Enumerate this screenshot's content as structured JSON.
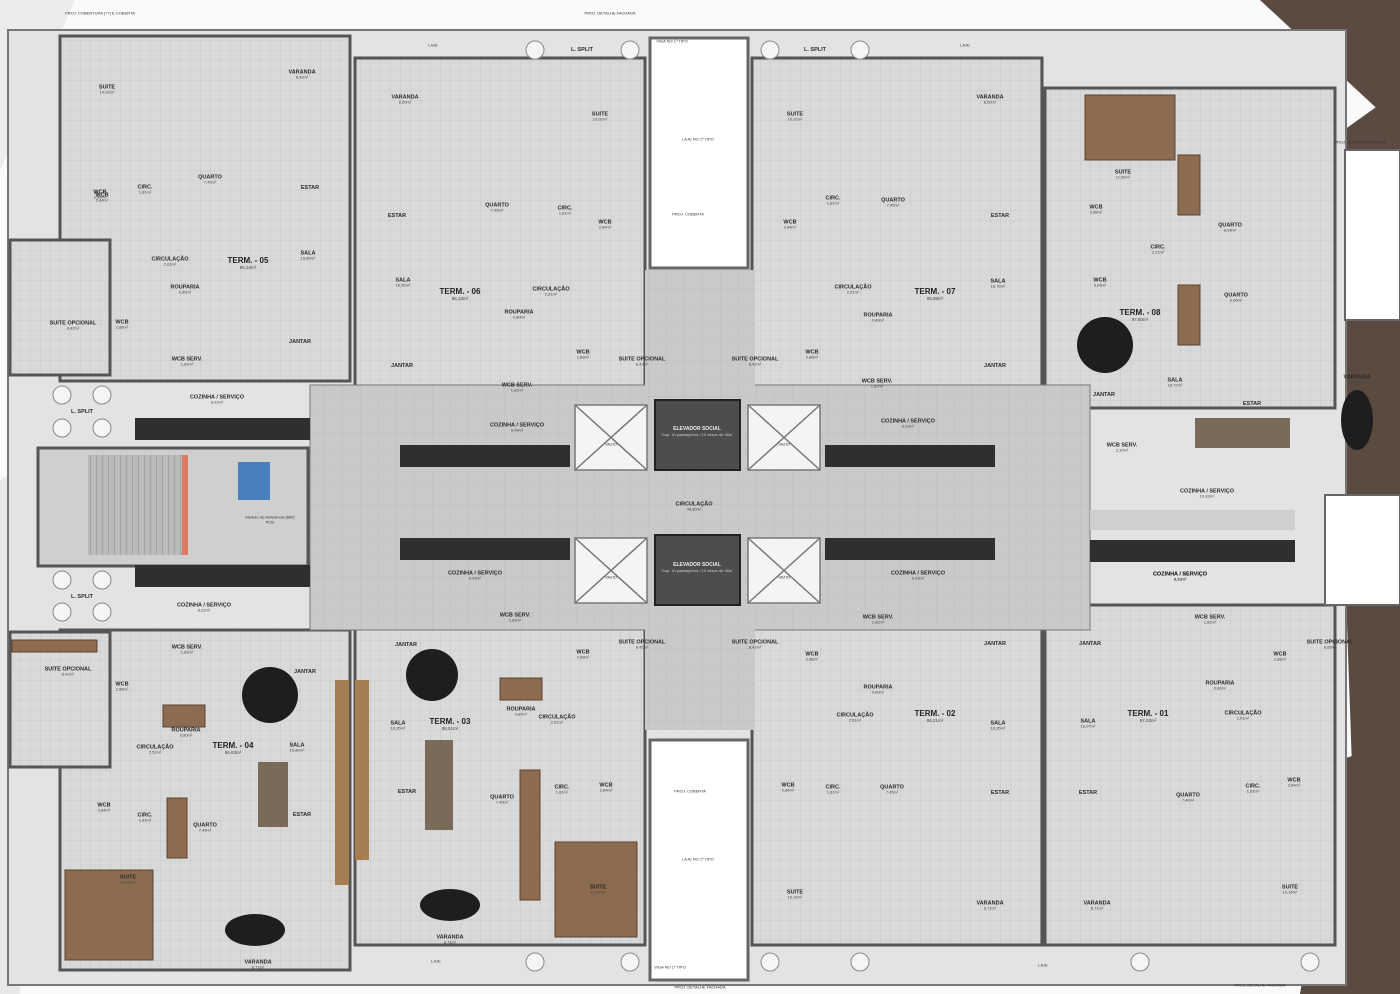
{
  "header": {
    "top_left": "PROJ. COBERTURA (??) E COBERTA",
    "top_center": "PROJ. DETALHE FACHADA",
    "top_right": "PROJ. DETALHE FACHADA",
    "bottom_left": "PROJ. DETALHE FACHADA",
    "bottom_right": "PROJ. DETALHE FACHADA"
  },
  "terms": [
    {
      "id": "t05",
      "label": "TERM. - 05",
      "area": "96,34m²"
    },
    {
      "id": "t06",
      "label": "TERM. - 06",
      "area": "85,13m²"
    },
    {
      "id": "t07",
      "label": "TERM. - 07",
      "area": "85,98m²"
    },
    {
      "id": "t08",
      "label": "TERM. - 08",
      "area": "97,60m²"
    },
    {
      "id": "t04",
      "label": "TERM. - 04",
      "area": "96,63m²"
    },
    {
      "id": "t03",
      "label": "TERM. - 03",
      "area": "85,51m²"
    },
    {
      "id": "t02",
      "label": "TERM. - 02",
      "area": "86,21m²"
    },
    {
      "id": "t01",
      "label": "TERM. - 01",
      "area": "97,02m²"
    }
  ],
  "rooms": [
    {
      "id": "r1",
      "name": "SUITE",
      "area": "10,02m²"
    },
    {
      "id": "r2",
      "name": "VARANDA",
      "area": "8,92m²"
    },
    {
      "id": "r3",
      "name": "QUARTO",
      "area": "7,40m²"
    },
    {
      "id": "r4",
      "name": "ESTAR",
      "area": ""
    },
    {
      "id": "r5",
      "name": "WCB",
      "area": "2,84m²"
    },
    {
      "id": "r6",
      "name": "CIRC.",
      "area": "1,81m²"
    },
    {
      "id": "r7",
      "name": "SALA",
      "area": "15,80m²"
    },
    {
      "id": "r8",
      "name": "CIRCULAÇÃO",
      "area": "2,61m²"
    },
    {
      "id": "r9",
      "name": "ROUPARIA",
      "area": "0,80m²"
    },
    {
      "id": "r10",
      "name": "WCB",
      "area": "2,88m²"
    },
    {
      "id": "r11",
      "name": "SUITE OPCIONAL",
      "area": "8,42m²"
    },
    {
      "id": "r12",
      "name": "WCB SERV.",
      "area": "1,82m²"
    },
    {
      "id": "r13",
      "name": "JANTAR",
      "area": ""
    },
    {
      "id": "r14",
      "name": "COZINHA / SERVIÇO",
      "area": "8,22m²"
    },
    {
      "id": "r15",
      "name": "VARANDA",
      "area": "8,50m²"
    },
    {
      "id": "r16",
      "name": "SUITE",
      "area": "10,02m²"
    },
    {
      "id": "r17",
      "name": "QUARTO",
      "area": "7,45m²"
    },
    {
      "id": "r18",
      "name": "CIRC.",
      "area": "1,81m²"
    },
    {
      "id": "r19",
      "name": "WCB",
      "area": "2,84m²"
    },
    {
      "id": "r20",
      "name": "ESTAR",
      "area": ""
    },
    {
      "id": "r21",
      "name": "SALA",
      "area": "16,95m²"
    },
    {
      "id": "r22",
      "name": "CIRCULAÇÃO",
      "area": "2,51m²"
    },
    {
      "id": "r23",
      "name": "ROUPARIA",
      "area": "0,80m²"
    },
    {
      "id": "r24",
      "name": "WCB",
      "area": "2,88m²"
    },
    {
      "id": "r25",
      "name": "SUITE OPCIONAL",
      "area": "8,42m²"
    },
    {
      "id": "r26",
      "name": "WCB SERV.",
      "area": "1,82m²"
    },
    {
      "id": "r27",
      "name": "JANTAR",
      "area": ""
    },
    {
      "id": "r28",
      "name": "COZINHA / SERVIÇO",
      "area": "9,49m²"
    },
    {
      "id": "r29",
      "name": "SUITE",
      "area": "10,02m²"
    },
    {
      "id": "r30",
      "name": "VARANDA",
      "area": "8,50m²"
    },
    {
      "id": "r31",
      "name": "CIRC.",
      "area": "1,81m²"
    },
    {
      "id": "r32",
      "name": "WCB",
      "area": "2,84m²"
    },
    {
      "id": "r33",
      "name": "QUARTO",
      "area": "7,45m²"
    },
    {
      "id": "r34",
      "name": "ESTAR",
      "area": ""
    },
    {
      "id": "r35",
      "name": "SALA",
      "area": "16,76m²"
    },
    {
      "id": "r36",
      "name": "CIRCULAÇÃO",
      "area": "2,51m²"
    },
    {
      "id": "r37",
      "name": "ROUPARIA",
      "area": "0,80m²"
    },
    {
      "id": "r38",
      "name": "WCB",
      "area": "2,88m²"
    },
    {
      "id": "r39",
      "name": "SUITE OPCIONAL",
      "area": "8,42m²"
    },
    {
      "id": "r40",
      "name": "WCB SERV.",
      "area": "1,82m²"
    },
    {
      "id": "r41",
      "name": "JANTAR",
      "area": ""
    },
    {
      "id": "r42",
      "name": "COZINHA / SERVIÇO",
      "area": "9,33m²"
    },
    {
      "id": "r43",
      "name": "SUITE",
      "area": "11,50m²"
    },
    {
      "id": "r44",
      "name": "WCB",
      "area": "2,86m²"
    },
    {
      "id": "r45",
      "name": "QUARTO",
      "area": "8,09m²"
    },
    {
      "id": "r46",
      "name": "CIRC.",
      "area": "2,21m²"
    },
    {
      "id": "r47",
      "name": "WCB",
      "area": "3,05m²"
    },
    {
      "id": "r48",
      "name": "QUARTO",
      "area": "9,06m²"
    },
    {
      "id": "r49",
      "name": "SALA",
      "area": "18,72m²"
    },
    {
      "id": "r50",
      "name": "JANTAR",
      "area": ""
    },
    {
      "id": "r51",
      "name": "ESTAR",
      "area": ""
    },
    {
      "id": "r52",
      "name": "VARANDA",
      "area": "8,50m²"
    },
    {
      "id": "r53",
      "name": "WCB SERV.",
      "area": "2,30m²"
    },
    {
      "id": "r54",
      "name": "COZINHA / SERVIÇO",
      "area": "10,93m²"
    },
    {
      "id": "r55",
      "name": "COZINHA / SERVIÇO",
      "area": "8,33m²"
    },
    {
      "id": "r56",
      "name": "L. SPLIT",
      "area": ""
    },
    {
      "id": "r57",
      "name": "L. SPLIT",
      "area": ""
    },
    {
      "id": "r58",
      "name": "L. SPLIT",
      "area": ""
    },
    {
      "id": "r59",
      "name": "L. SPLIT",
      "area": ""
    },
    {
      "id": "r60",
      "name": "CIRCULAÇÃO",
      "area": "49,80m²"
    },
    {
      "id": "r61",
      "name": "COZINHA / SERVIÇO",
      "area": "9,49m²"
    },
    {
      "id": "r62",
      "name": "COZINHA / SERVIÇO",
      "area": "9,33m²"
    },
    {
      "id": "r63",
      "name": "COZINHA / SERVIÇO",
      "area": "8,33m²"
    },
    {
      "id": "r64",
      "name": "COZINHA / SERVIÇO",
      "area": "8,22m²"
    },
    {
      "id": "r65",
      "name": "SUITE OPCIONAL",
      "area": "8,42m²"
    },
    {
      "id": "r66",
      "name": "WCB",
      "area": "2,88m²"
    },
    {
      "id": "r67",
      "name": "WCB SERV.",
      "area": "1,82m²"
    },
    {
      "id": "r68",
      "name": "JANTAR",
      "area": ""
    },
    {
      "id": "r69",
      "name": "CIRCULAÇÃO",
      "area": "2,51m²"
    },
    {
      "id": "r70",
      "name": "ROUPARIA",
      "area": "0,80m²"
    },
    {
      "id": "r71",
      "name": "SALA",
      "area": "15,80m²"
    },
    {
      "id": "r72",
      "name": "WCB",
      "area": "2,84m²"
    },
    {
      "id": "r73",
      "name": "CIRC.",
      "area": "1,81m²"
    },
    {
      "id": "r74",
      "name": "QUARTO",
      "area": "7,45m²"
    },
    {
      "id": "r75",
      "name": "ESTAR",
      "area": ""
    },
    {
      "id": "r76",
      "name": "SUITE",
      "area": "10,02m²"
    },
    {
      "id": "r77",
      "name": "VARANDA",
      "area": "8,71m²"
    },
    {
      "id": "r78",
      "name": "JANTAR",
      "area": ""
    },
    {
      "id": "r79",
      "name": "WCB SERV.",
      "area": "1,82m²"
    },
    {
      "id": "r80",
      "name": "WCB",
      "area": "2,88m²"
    },
    {
      "id": "r81",
      "name": "SUITE OPCIONAL",
      "area": "8,42m²"
    },
    {
      "id": "r82",
      "name": "SALA",
      "area": "16,95m²"
    },
    {
      "id": "r83",
      "name": "ROUPARIA",
      "area": "0,80m²"
    },
    {
      "id": "r84",
      "name": "CIRCULAÇÃO",
      "area": "2,51m²"
    },
    {
      "id": "r85",
      "name": "ESTAR",
      "area": ""
    },
    {
      "id": "r86",
      "name": "QUARTO",
      "area": "7,45m²"
    },
    {
      "id": "r87",
      "name": "CIRC.",
      "area": "1,81m²"
    },
    {
      "id": "r88",
      "name": "WCB",
      "area": "2,84m²"
    },
    {
      "id": "r89",
      "name": "SUITE",
      "area": "10,02m²"
    },
    {
      "id": "r90",
      "name": "VARANDA",
      "area": "8,71m²"
    },
    {
      "id": "r91",
      "name": "SUITE OPCIONAL",
      "area": "8,42m²"
    },
    {
      "id": "r92",
      "name": "WCB SERV.",
      "area": "1,82m²"
    },
    {
      "id": "r93",
      "name": "WCB",
      "area": "2,88m²"
    },
    {
      "id": "r94",
      "name": "ROUPARIA",
      "area": "0,80m²"
    },
    {
      "id": "r95",
      "name": "CIRCULAÇÃO",
      "area": "2,51m²"
    },
    {
      "id": "r96",
      "name": "JANTAR",
      "area": ""
    },
    {
      "id": "r97",
      "name": "SALA",
      "area": "16,95m²"
    },
    {
      "id": "r98",
      "name": "WCB",
      "area": "2,84m²"
    },
    {
      "id": "r99",
      "name": "CIRC.",
      "area": "1,81m²"
    },
    {
      "id": "r100",
      "name": "QUARTO",
      "area": "7,45m²"
    },
    {
      "id": "r101",
      "name": "ESTAR",
      "area": ""
    },
    {
      "id": "r102",
      "name": "SUITE",
      "area": "10,16m²"
    },
    {
      "id": "r103",
      "name": "VARANDA",
      "area": "8,71m²"
    },
    {
      "id": "r104",
      "name": "SUITE OPCIONAL",
      "area": "8,83m²"
    },
    {
      "id": "r105",
      "name": "WCB SERV.",
      "area": "1,82m²"
    },
    {
      "id": "r106",
      "name": "WCB",
      "area": "2,88m²"
    },
    {
      "id": "r107",
      "name": "ROUPARIA",
      "area": "0,80m²"
    },
    {
      "id": "r108",
      "name": "CIRCULAÇÃO",
      "area": "2,51m²"
    },
    {
      "id": "r109",
      "name": "JANTAR",
      "area": ""
    },
    {
      "id": "r110",
      "name": "SALA",
      "area": "16,97m²"
    },
    {
      "id": "r111",
      "name": "WCB",
      "area": "2,84m²"
    },
    {
      "id": "r112",
      "name": "CIRC.",
      "area": "1,81m²"
    },
    {
      "id": "r113",
      "name": "QUARTO",
      "area": "7,40m²"
    },
    {
      "id": "r114",
      "name": "ESTAR",
      "area": ""
    },
    {
      "id": "r115",
      "name": "SUITE",
      "area": "10,16m²"
    },
    {
      "id": "r116",
      "name": "VARANDA",
      "area": "8,71m²"
    },
    {
      "id": "r117",
      "name": "WCB",
      "area": "2,84m²"
    }
  ],
  "core": {
    "elevator_top_title": "ELEVADOR SOCIAL",
    "elevator_top_cap": "Cap. 10 passageiros / 13 desce de 90m",
    "elevator_bottom_title": "ELEVADOR SOCIAL",
    "elevator_bottom_cap": "Cap. 10 passageiros / 13 desce de 90m",
    "vazio": "VAZIO",
    "modulo": "Módulo de Referência (MR) PCD",
    "laje_top": "LAJE NO 1º TIPO",
    "laje_bottom": "LAJE NO 1º TIPO",
    "proj_coberta": "PROJ. COBERTA",
    "viga": "VIGA NO 1º TIPO",
    "laje": "LAJE"
  },
  "colors": {
    "bg_brown": "#5b4a3f",
    "floor": "#d9d9d9",
    "wall": "#6e6e6e",
    "corridor": "#c8c8c8",
    "counter": "#2f2f2f",
    "wood": "#a67c52"
  }
}
